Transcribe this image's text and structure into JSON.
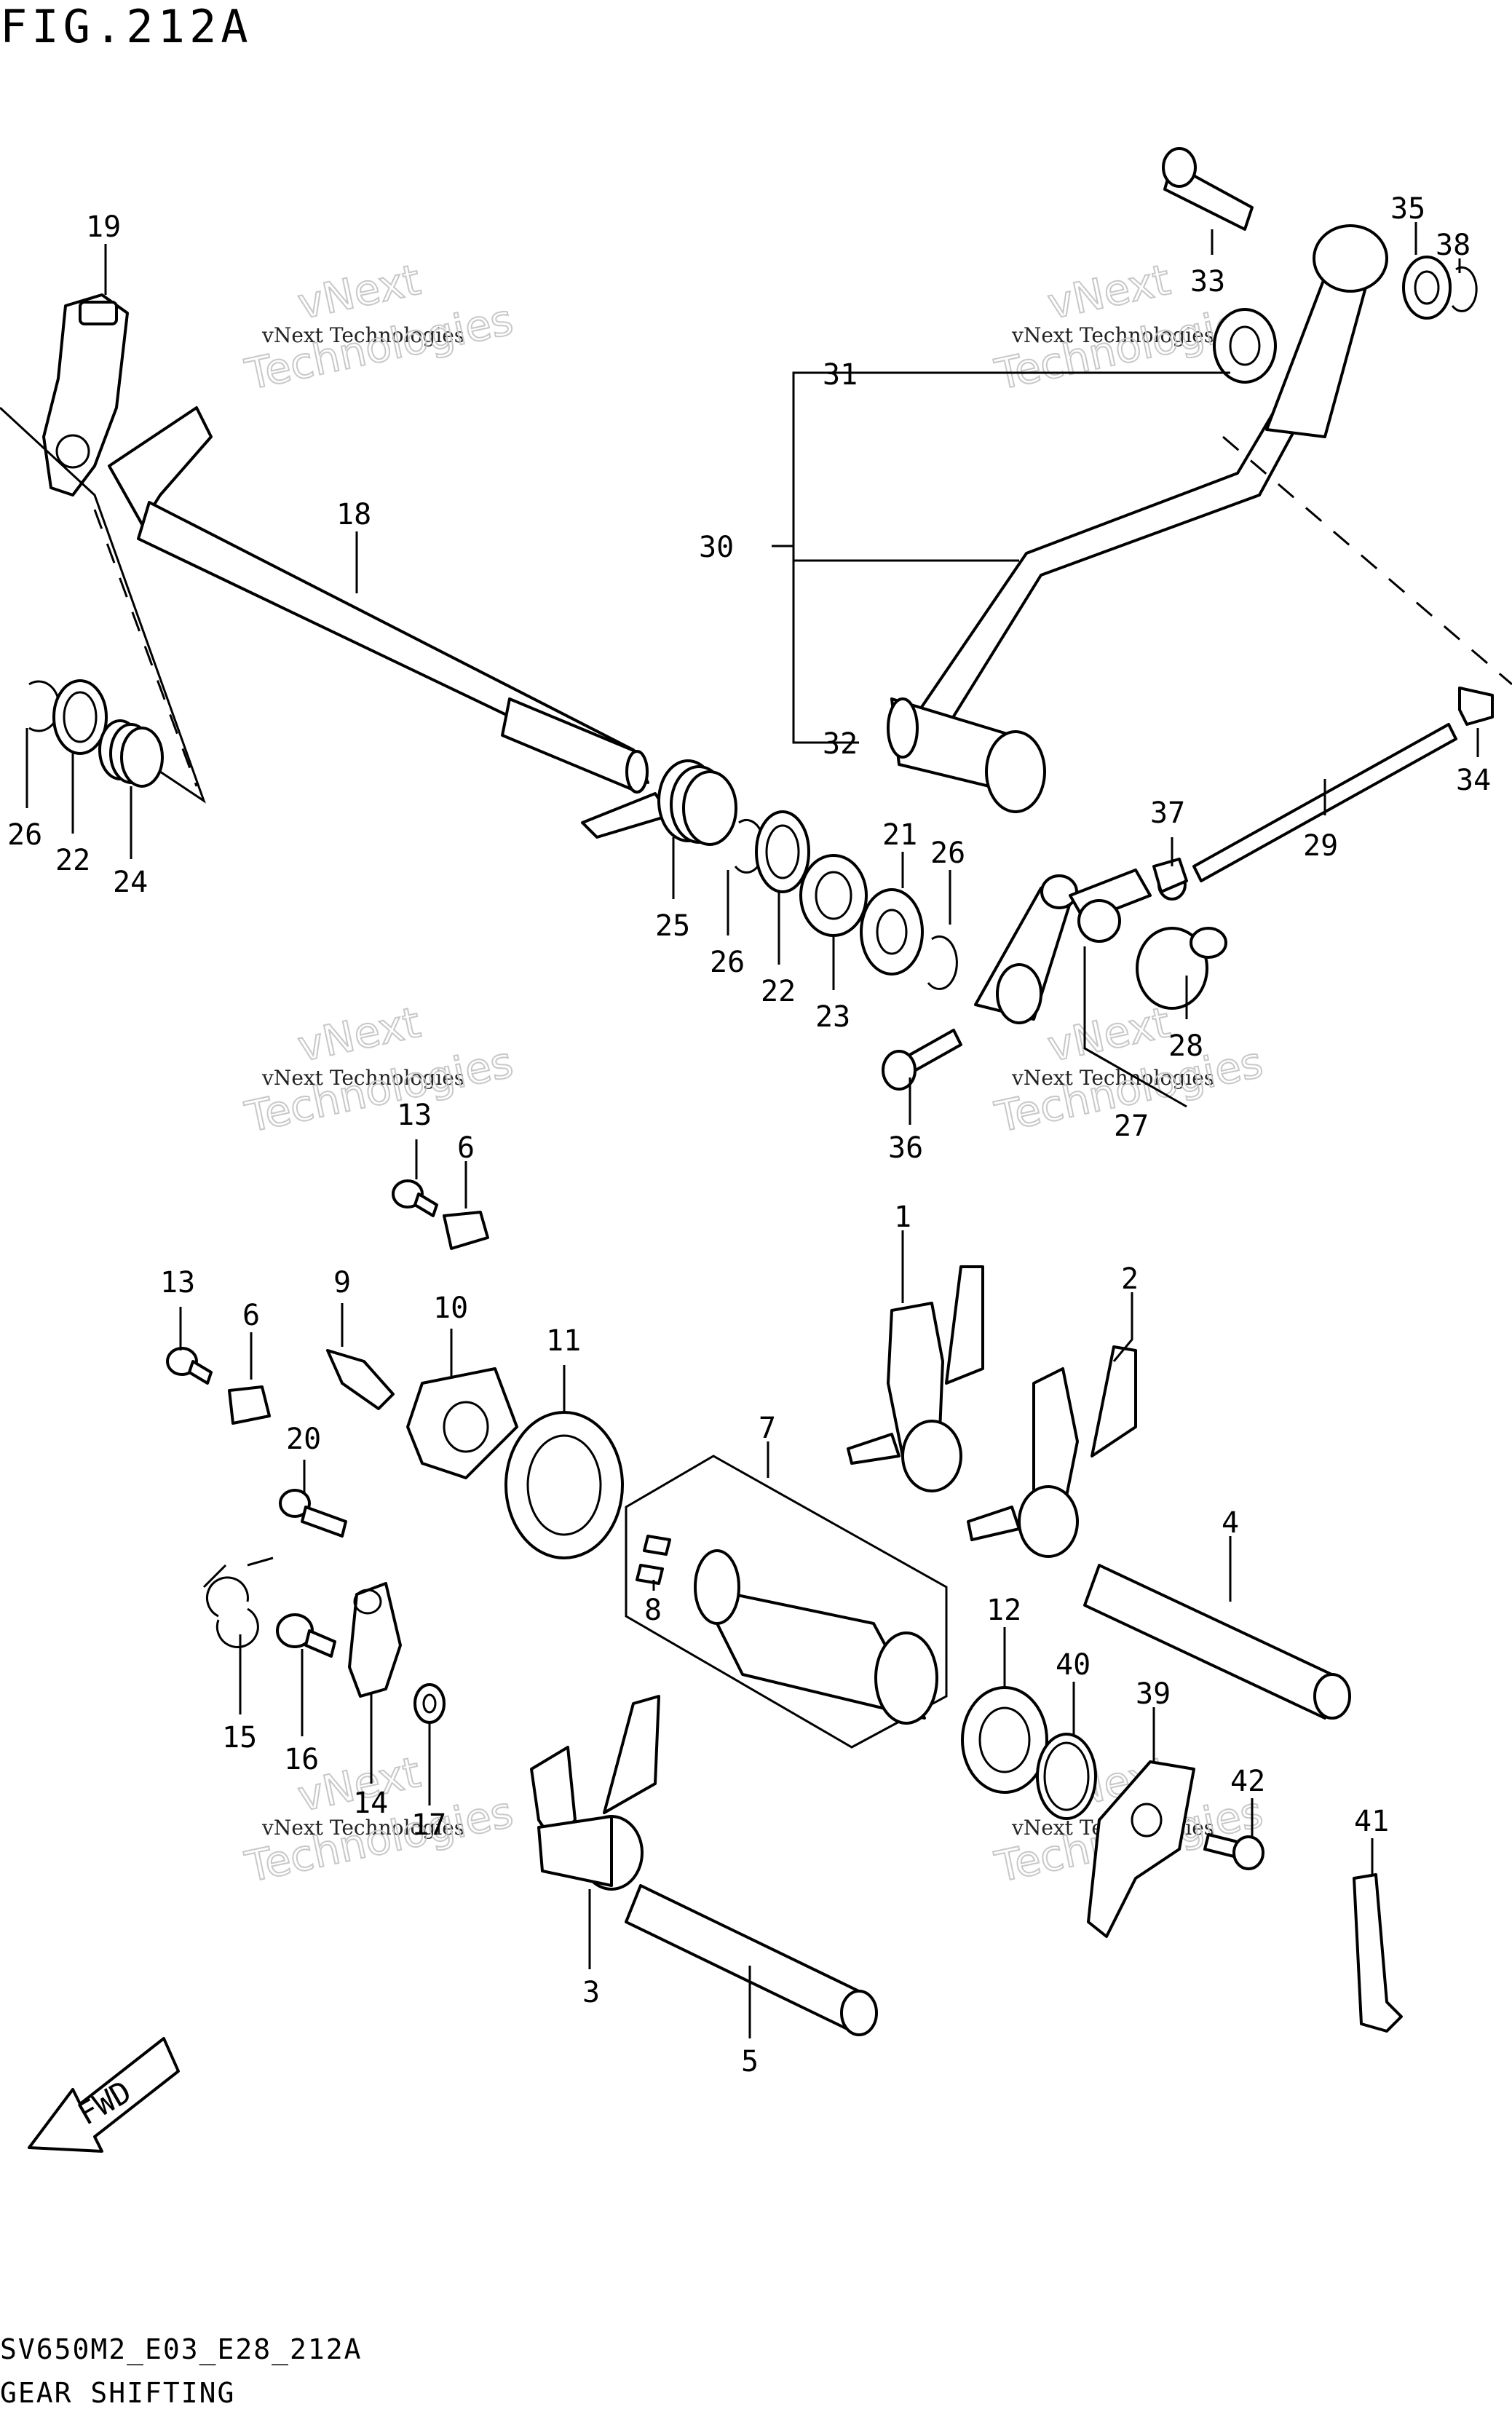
{
  "figure": {
    "title": "FIG.212A",
    "code": "SV650M2_E03_E28_212A",
    "caption": "GEAR SHIFTING",
    "fwd_label": "FWD"
  },
  "watermark": {
    "small": "vNext Technologies",
    "large": "Technologies",
    "top": "vNext"
  },
  "callouts": [
    "1",
    "2",
    "3",
    "4",
    "5",
    "6",
    "6",
    "7",
    "8",
    "9",
    "10",
    "11",
    "12",
    "13",
    "13",
    "14",
    "15",
    "16",
    "17",
    "18",
    "19",
    "20",
    "21",
    "22",
    "22",
    "23",
    "24",
    "25",
    "26",
    "26",
    "26",
    "27",
    "28",
    "29",
    "30",
    "31",
    "32",
    "33",
    "34",
    "35",
    "36",
    "37",
    "38",
    "39",
    "40",
    "41",
    "42"
  ]
}
